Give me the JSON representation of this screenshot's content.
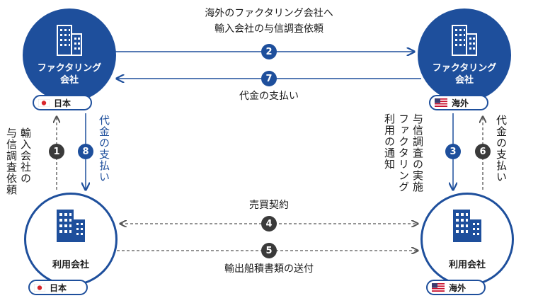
{
  "nodes": {
    "factoring_jp": {
      "label": "ファクタリング\n会社",
      "country": "日本"
    },
    "factoring_os": {
      "label": "ファクタリング\n会社",
      "country": "海外"
    },
    "user_jp": {
      "label": "利用会社",
      "country": "日本"
    },
    "user_os": {
      "label": "利用会社",
      "country": "海外"
    }
  },
  "steps": [
    {
      "num": "1",
      "text": "輸入会社の\n与信調査依頼"
    },
    {
      "num": "2",
      "text": "海外のファクタリング会社へ\n輸入会社の与信調査依頼"
    },
    {
      "num": "3",
      "text": "与信調査の実施\nファクタリング\n利用の通知"
    },
    {
      "num": "4",
      "text": "売買契約"
    },
    {
      "num": "5",
      "text": "輸出船積書類の送付"
    },
    {
      "num": "6",
      "text": "代金の支払い"
    },
    {
      "num": "7",
      "text": "代金の支払い"
    },
    {
      "num": "8",
      "text": "代金の支払い"
    }
  ],
  "colors": {
    "primary": "#1e4f9c",
    "dark": "#3a3a3a",
    "dashed": "#555555"
  },
  "icons": {
    "building": "building-icon",
    "flag_jp": "japan-flag-icon",
    "flag_us": "us-flag-icon"
  }
}
